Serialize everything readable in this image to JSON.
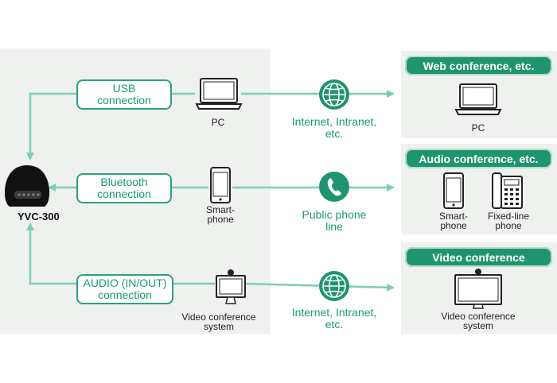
{
  "device": {
    "name": "YVC-300"
  },
  "connections": [
    {
      "label_line1": "USB",
      "label_line2": "connection"
    },
    {
      "label_line1": "Bluetooth",
      "label_line2": "connection"
    },
    {
      "label_line1": "AUDIO (IN/OUT)",
      "label_line2": "connection"
    }
  ],
  "sources": [
    {
      "label_line1": "PC",
      "label_line2": "",
      "icon": "laptop-icon"
    },
    {
      "label_line1": "Smart-",
      "label_line2": "phone",
      "icon": "smartphone-icon"
    },
    {
      "label_line1": "Video conference",
      "label_line2": "system",
      "icon": "video-conference-system-icon"
    }
  ],
  "networks": [
    {
      "label_line1": "Internet, Intranet,",
      "label_line2": "etc.",
      "icon": "globe-icon"
    },
    {
      "label_line1": "Public phone",
      "label_line2": "line",
      "icon": "phone-handset-icon"
    },
    {
      "label_line1": "Internet, Intranet,",
      "label_line2": "etc.",
      "icon": "globe-icon"
    }
  ],
  "destinations": [
    {
      "header": "Web conference, etc.",
      "items": [
        {
          "label_line1": "PC",
          "label_line2": ""
        }
      ]
    },
    {
      "header": "Audio conference, etc.",
      "items": [
        {
          "label_line1": "Smart-",
          "label_line2": "phone"
        },
        {
          "label_line1": "Fixed-line",
          "label_line2": "phone"
        }
      ]
    },
    {
      "header": "Video conference",
      "items": [
        {
          "label_line1": "Video conference",
          "label_line2": "system"
        }
      ]
    }
  ],
  "colors": {
    "accent": "#1f9470",
    "line": "#7ccfb2",
    "panel": "#eef1ee",
    "device": "#111111"
  }
}
